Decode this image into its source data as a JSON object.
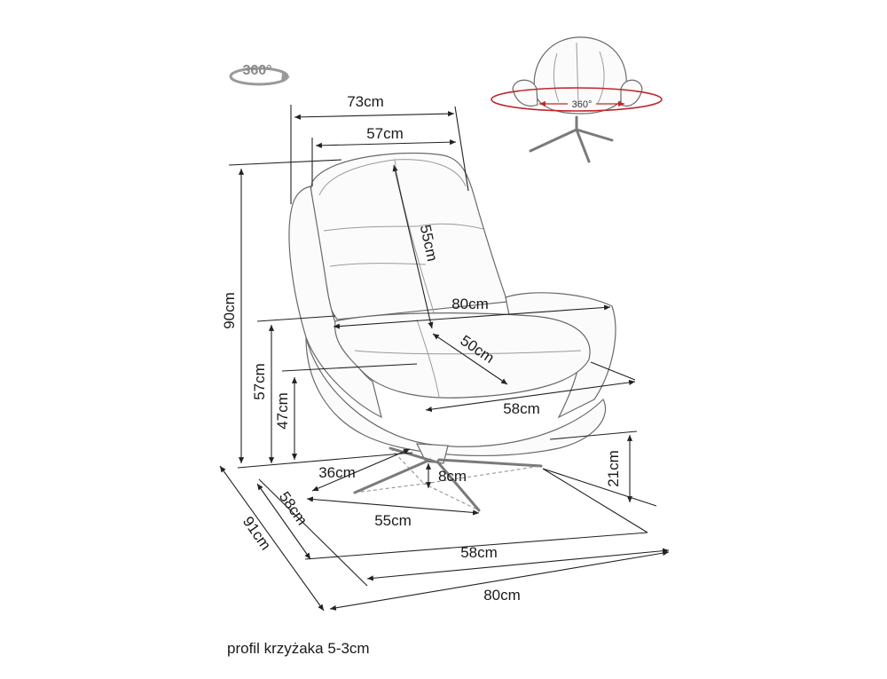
{
  "rotation_badge": {
    "label": "360°"
  },
  "preview": {
    "rotation_label": "360°",
    "accent_color": "#c0272d"
  },
  "dimensions": {
    "total_width": "73cm",
    "back_width": "57cm",
    "back_height": "55cm",
    "armrest_width": "80cm",
    "seat_depth": "50cm",
    "seat_front_width": "58cm",
    "total_height": "90cm",
    "armrest_height": "57cm",
    "seat_height": "47cm",
    "base_offset": "36cm",
    "base_height": "8cm",
    "base_depth": "58cm",
    "base_span": "55cm",
    "shell_height": "21cm",
    "base_width": "58cm",
    "total_depth": "91cm",
    "total_footprint": "80cm"
  },
  "caption": "profil krzyżaka 5-3cm"
}
